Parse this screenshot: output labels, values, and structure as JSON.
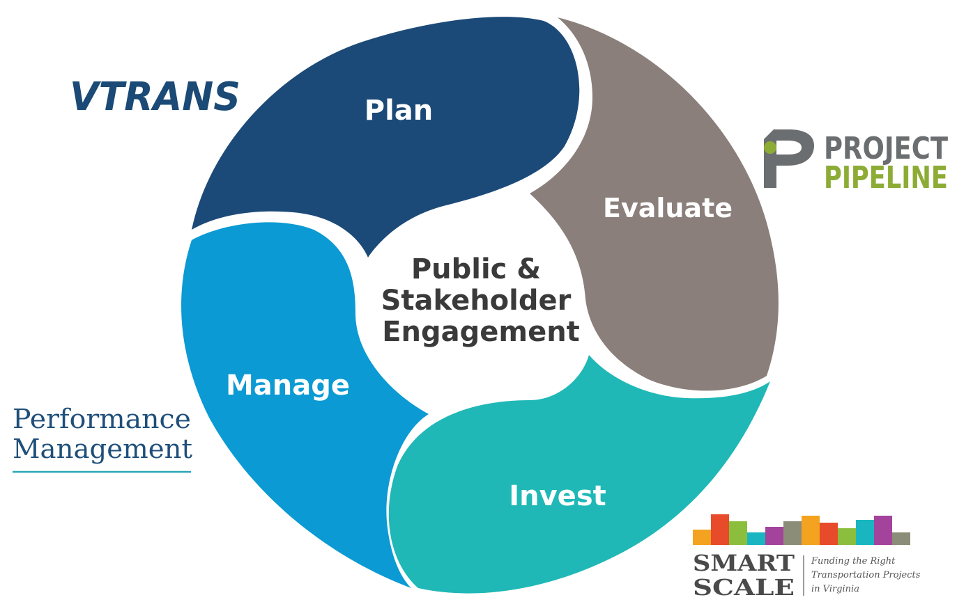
{
  "cycle": {
    "segments": [
      {
        "id": "plan",
        "label": "Plan",
        "color": "#1c4a78"
      },
      {
        "id": "evaluate",
        "label": "Evaluate",
        "color": "#8b7f7b"
      },
      {
        "id": "invest",
        "label": "Invest",
        "color": "#1fb8b6"
      },
      {
        "id": "manage",
        "label": "Manage",
        "color": "#0b9ad3"
      }
    ],
    "center": [
      "Public &",
      "Stakeholder",
      "Engagement"
    ]
  },
  "logos": {
    "vtrans": {
      "text": "VTRANS",
      "color": "#1a4a75"
    },
    "project_pipeline": {
      "line1": "PROJECT",
      "line2": "PIPELINE",
      "color1": "#6b6e70",
      "color2": "#8cac35"
    },
    "performance_management": {
      "line1": "Performance",
      "line2": "Management",
      "rule_color": "#2aa5b8"
    },
    "smart_scale": {
      "line1": "SMART",
      "line2": "SCALE",
      "tagline": [
        "Funding the Right",
        "Transportation Projects",
        "in Virginia"
      ],
      "bar_colors": [
        "#f3a31f",
        "#e84b2a",
        "#8bbe3c",
        "#19b6c2",
        "#a3439b",
        "#8b8d78",
        "#f3a31f",
        "#e84b2a",
        "#8bbe3c",
        "#19b6c2",
        "#a3439b",
        "#8b8d78"
      ]
    }
  }
}
